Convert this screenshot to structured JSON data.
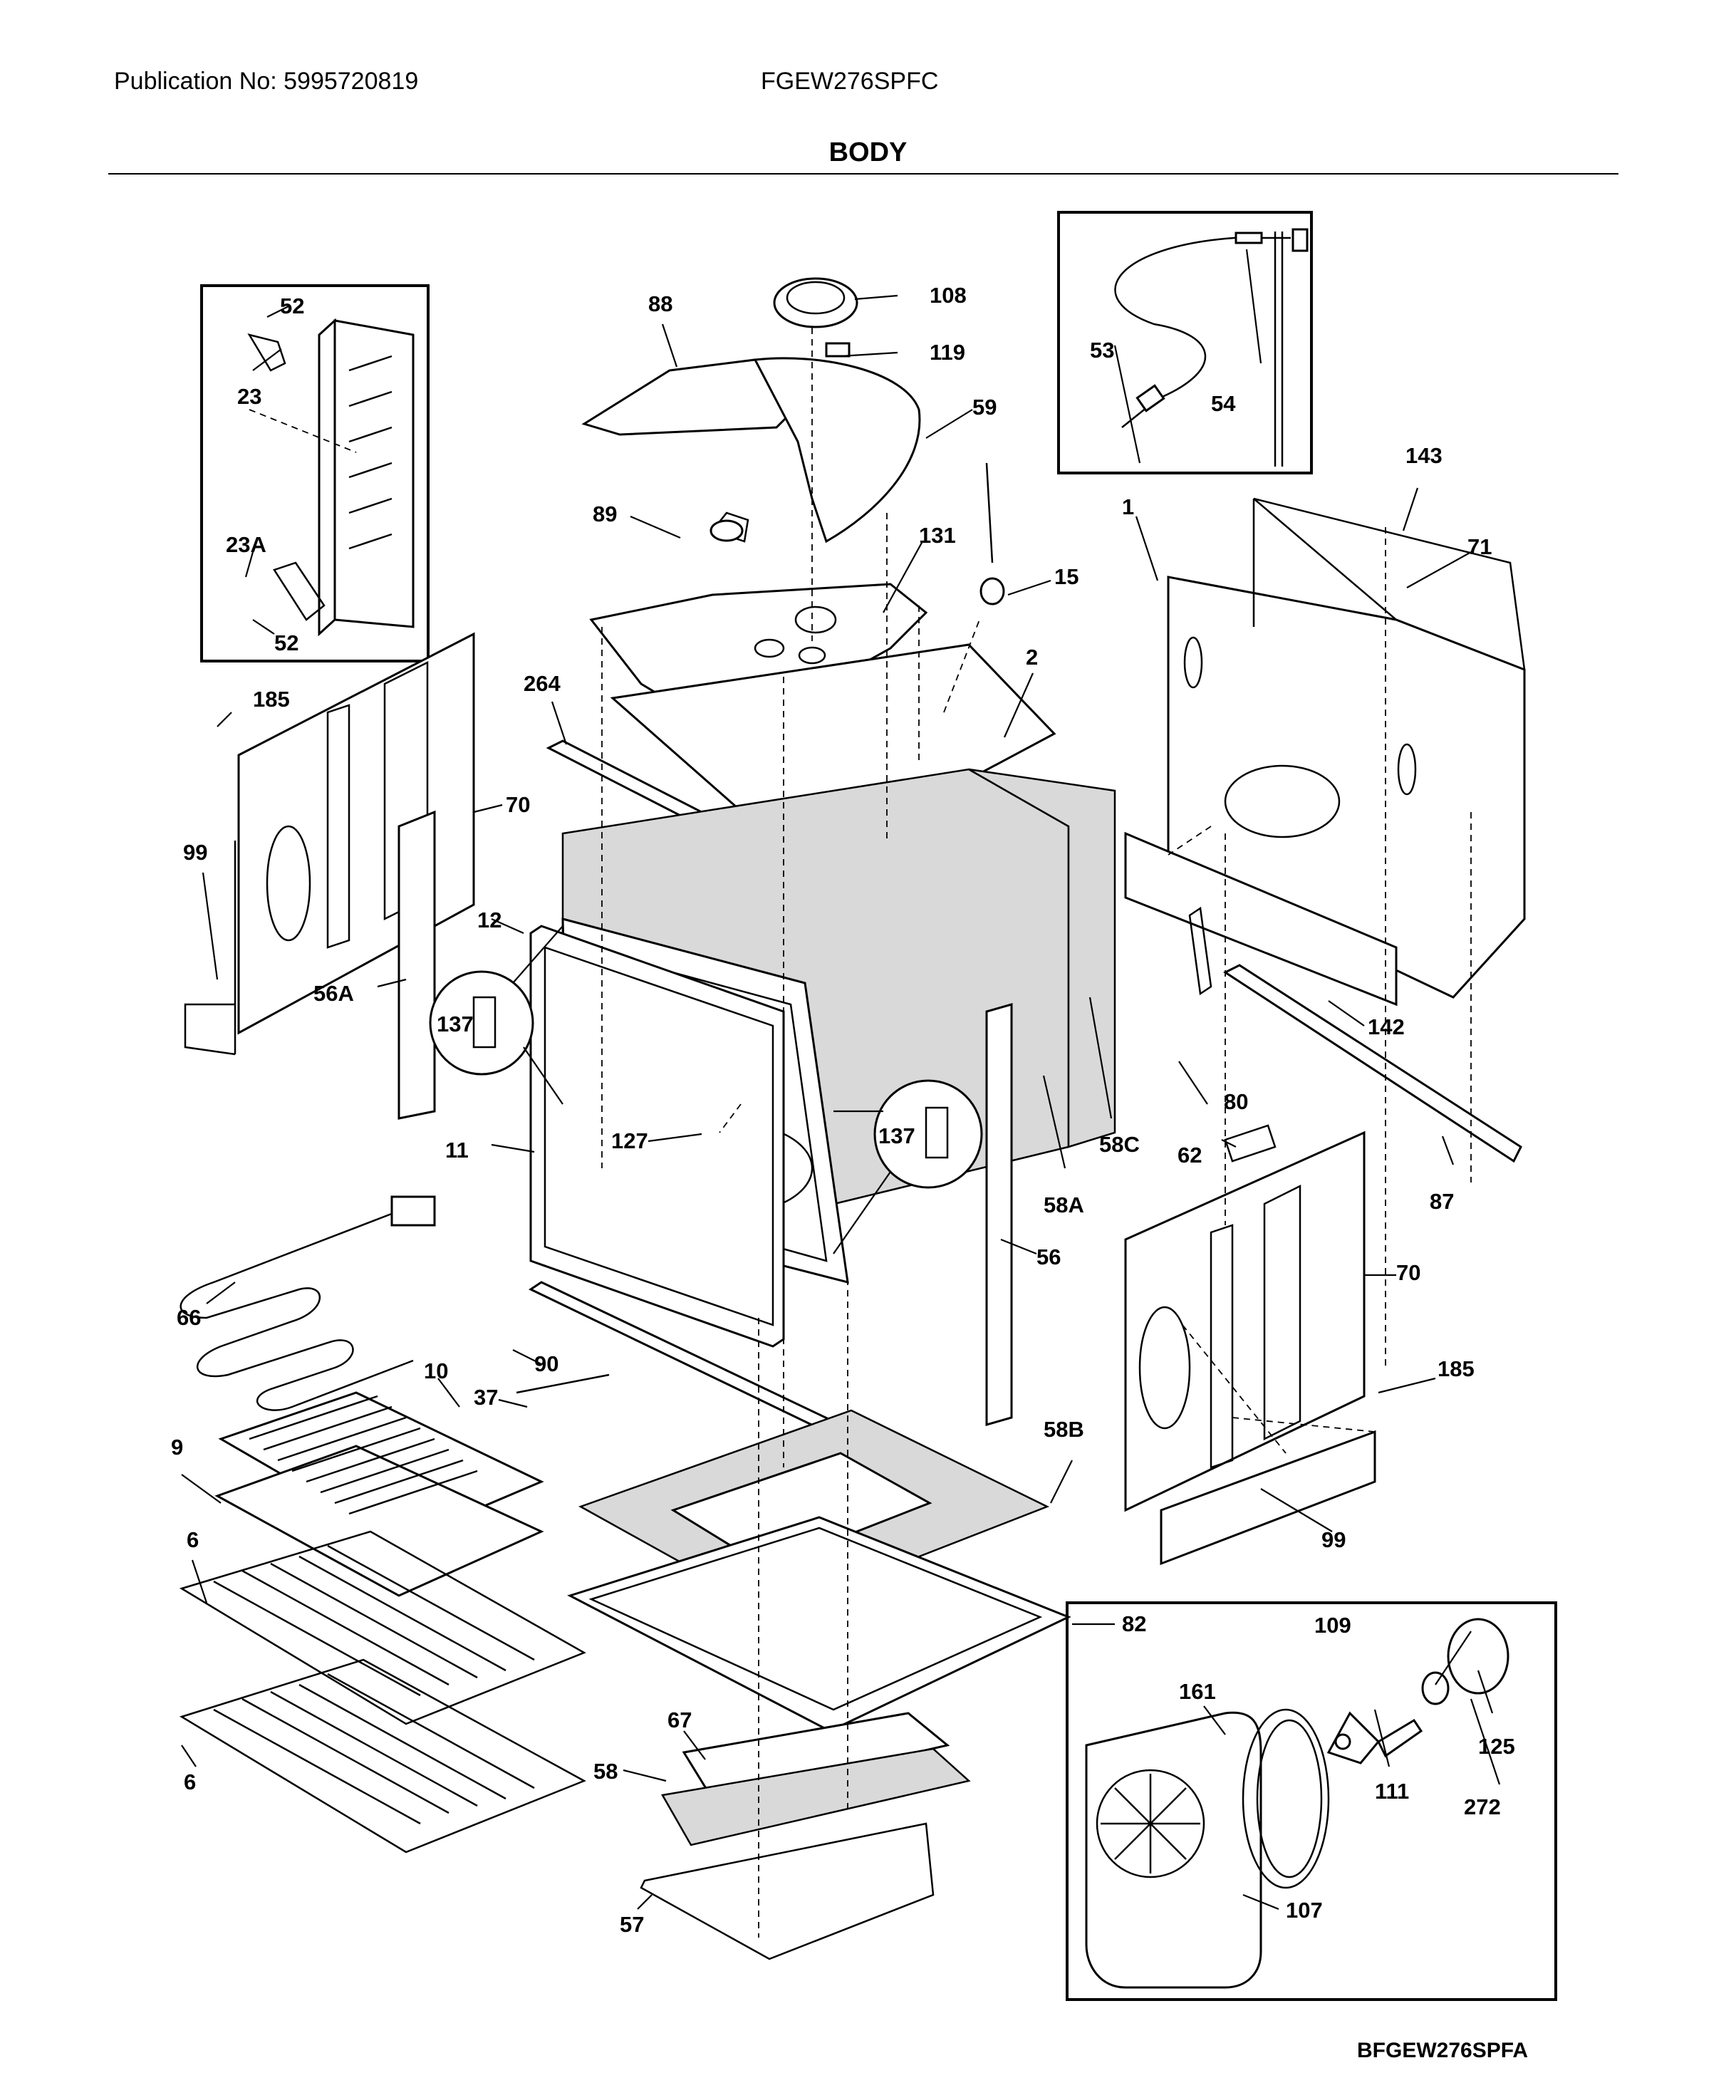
{
  "header": {
    "publication": "Publication No: 5995720819",
    "model": "FGEW276SPFC",
    "title": "BODY"
  },
  "footer": {
    "code": "BFGEW276SPFA"
  },
  "callouts": [
    {
      "id": "52a",
      "text": "52"
    },
    {
      "id": "23",
      "text": "23"
    },
    {
      "id": "23A",
      "text": "23A"
    },
    {
      "id": "52b",
      "text": "52"
    },
    {
      "id": "88",
      "text": "88"
    },
    {
      "id": "108",
      "text": "108"
    },
    {
      "id": "119",
      "text": "119"
    },
    {
      "id": "59",
      "text": "59"
    },
    {
      "id": "89",
      "text": "89"
    },
    {
      "id": "131",
      "text": "131"
    },
    {
      "id": "15",
      "text": "15"
    },
    {
      "id": "2",
      "text": "2"
    },
    {
      "id": "264",
      "text": "264"
    },
    {
      "id": "53",
      "text": "53"
    },
    {
      "id": "54",
      "text": "54"
    },
    {
      "id": "143",
      "text": "143"
    },
    {
      "id": "1",
      "text": "1"
    },
    {
      "id": "71",
      "text": "71"
    },
    {
      "id": "185a",
      "text": "185"
    },
    {
      "id": "70a",
      "text": "70"
    },
    {
      "id": "99a",
      "text": "99"
    },
    {
      "id": "56A",
      "text": "56A"
    },
    {
      "id": "12",
      "text": "12"
    },
    {
      "id": "137a",
      "text": "137"
    },
    {
      "id": "11",
      "text": "11"
    },
    {
      "id": "127",
      "text": "127"
    },
    {
      "id": "137b",
      "text": "137"
    },
    {
      "id": "58A",
      "text": "58A"
    },
    {
      "id": "58C",
      "text": "58C"
    },
    {
      "id": "142",
      "text": "142"
    },
    {
      "id": "80",
      "text": "80"
    },
    {
      "id": "62",
      "text": "62"
    },
    {
      "id": "87",
      "text": "87"
    },
    {
      "id": "66",
      "text": "66"
    },
    {
      "id": "90",
      "text": "90"
    },
    {
      "id": "56",
      "text": "56"
    },
    {
      "id": "70b",
      "text": "70"
    },
    {
      "id": "185b",
      "text": "185"
    },
    {
      "id": "10",
      "text": "10"
    },
    {
      "id": "37",
      "text": "37"
    },
    {
      "id": "58B",
      "text": "58B"
    },
    {
      "id": "9",
      "text": "9"
    },
    {
      "id": "99b",
      "text": "99"
    },
    {
      "id": "6a",
      "text": "6"
    },
    {
      "id": "82",
      "text": "82"
    },
    {
      "id": "6b",
      "text": "6"
    },
    {
      "id": "67",
      "text": "67"
    },
    {
      "id": "58",
      "text": "58"
    },
    {
      "id": "57",
      "text": "57"
    },
    {
      "id": "109",
      "text": "109"
    },
    {
      "id": "161",
      "text": "161"
    },
    {
      "id": "125",
      "text": "125"
    },
    {
      "id": "272",
      "text": "272"
    },
    {
      "id": "111",
      "text": "111"
    },
    {
      "id": "107",
      "text": "107"
    }
  ]
}
